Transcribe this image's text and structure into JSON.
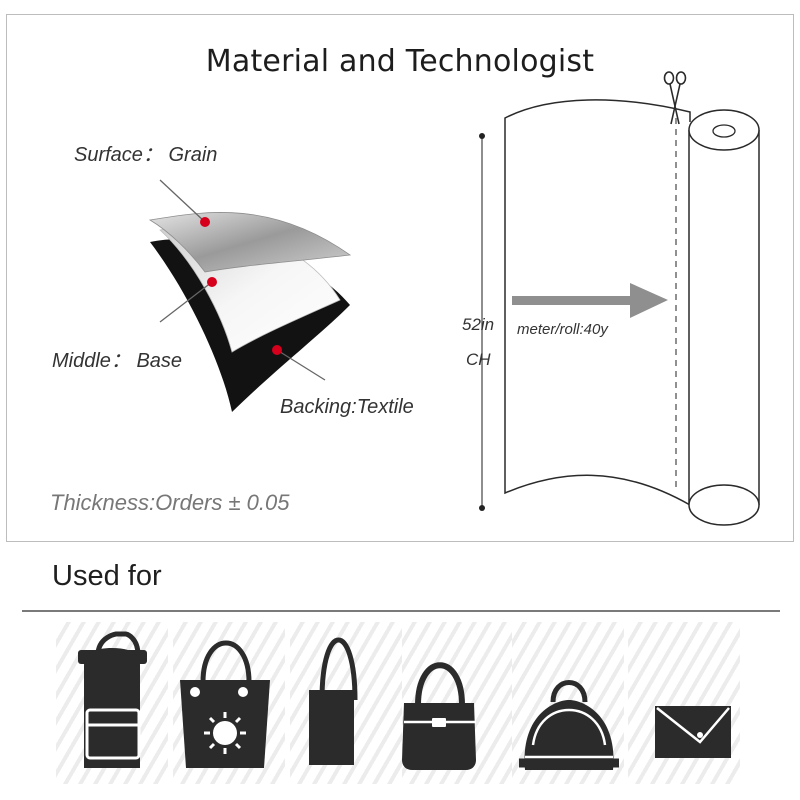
{
  "title": "Material and Technologist",
  "layers": {
    "surface": "Surface： Grain",
    "middle": "Middle： Base",
    "backing": "Backing:Textile"
  },
  "thickness": "Thickness:Orders ± 0.05",
  "roll": {
    "width_value": "52in",
    "width_unit": "CH",
    "length": "meter/roll:40y"
  },
  "used_for": {
    "heading": "Used for",
    "items": [
      {
        "icon": "backpack-icon"
      },
      {
        "icon": "tote-bag-icon"
      },
      {
        "icon": "shopping-bag-icon"
      },
      {
        "icon": "handbag-icon"
      },
      {
        "icon": "dome-bag-icon"
      },
      {
        "icon": "envelope-clutch-icon"
      }
    ]
  },
  "colors": {
    "dot": "#d6001c",
    "arrow": "#8f8f8f",
    "icon": "#2b2b2b"
  }
}
